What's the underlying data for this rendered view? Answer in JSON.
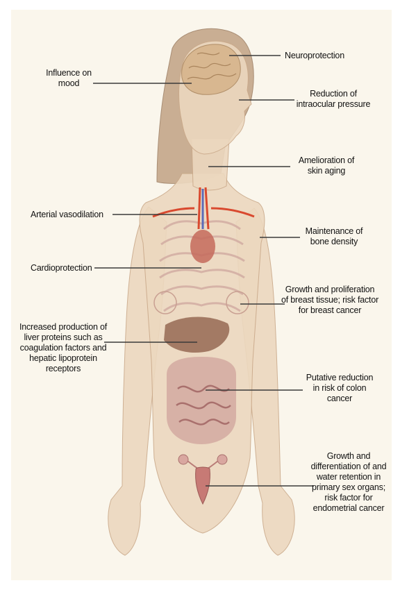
{
  "labels": {
    "mood": "Influence on\nmood",
    "neuroprotection": "Neuroprotection",
    "intraocular": "Reduction of\nintraocular pressure",
    "skin": "Amelioration of\nskin aging",
    "vasodilation": "Arterial vasodilation",
    "bone": "Maintenance of\nbone density",
    "cardio": "Cardioprotection",
    "breast": "Growth and proliferation\nof breast tissue; risk factor\nfor breast cancer",
    "liver": "Increased production of\nliver proteins such as\ncoagulation factors and\nhepatic lipoprotein\nreceptors",
    "colon": "Putative reduction\nin risk of colon\ncancer",
    "sex_organs": "Growth and\ndifferentiation of and\nwater retention in\nprimary sex organs;\nrisk factor for\nendometrial cancer"
  },
  "colors": {
    "skin": "#ecd8bf",
    "hair": "#c9ae93",
    "brain": "#d8b790",
    "artery": "#d9492f",
    "vein": "#5b6bb8",
    "ribs": "#cfa9a0",
    "liver": "#8a5a44",
    "intestine": "#c58f8e",
    "leader": "#3a3a3a"
  }
}
